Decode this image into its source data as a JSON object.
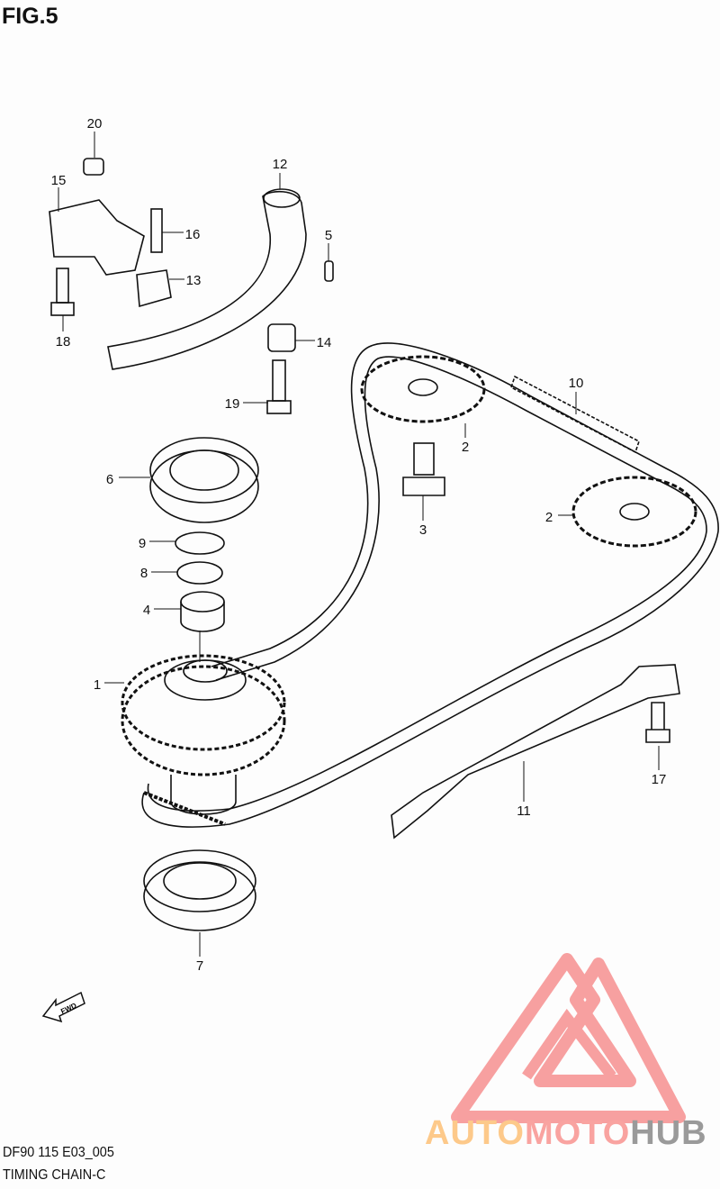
{
  "figure": {
    "title": "FIG.5",
    "code": "DF90 115 E03_005",
    "name": "TIMING CHAIN-C"
  },
  "callouts": [
    "20",
    "15",
    "12",
    "16",
    "5",
    "13",
    "18",
    "14",
    "19",
    "10",
    "2",
    "6",
    "3",
    "2",
    "9",
    "8",
    "4",
    "1",
    "17",
    "11",
    "7"
  ],
  "fwd_label": "FWD",
  "watermark": {
    "part1": "AUTO",
    "part2": "MOTO",
    "part3": "HUB",
    "colors": {
      "auto": "#fdc98a",
      "moto": "#f9a3a0",
      "hub": "#9a9a9a",
      "triangle": "#f79090"
    }
  }
}
